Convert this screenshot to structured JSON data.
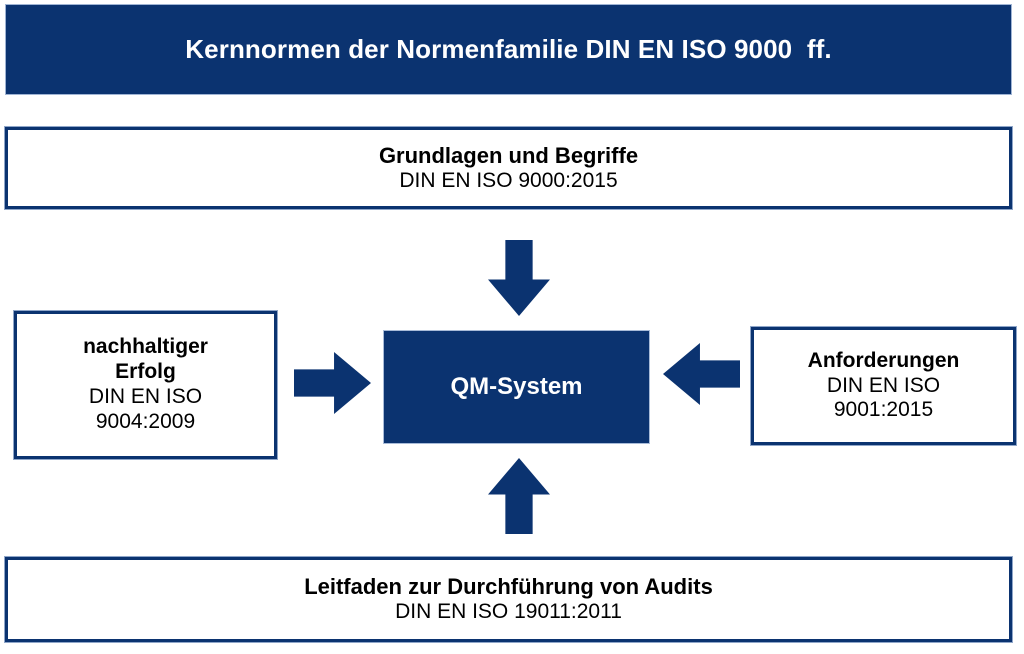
{
  "title_banner": {
    "text": "Kernnormen der Normenfamilie DIN EN ISO 9000  ff.",
    "background_color": "#0b3370",
    "text_color": "#ffffff"
  },
  "colors": {
    "navy": "#0b3370",
    "border_light": "#8fa6c9",
    "page_background": "#ffffff",
    "text": "#000000"
  },
  "boxes": {
    "top": {
      "heading": "Grundlagen und Begriffe",
      "standard": "DIN EN ISO 9000:2015"
    },
    "left": {
      "heading_line1": "nachhaltiger",
      "heading_line2": "Erfolg",
      "standard_line1": "DIN EN ISO",
      "standard_line2": "9004:2009"
    },
    "center": {
      "label": "QM-System"
    },
    "right": {
      "heading": "Anforderungen",
      "standard_line1": "DIN EN ISO",
      "standard_line2": "9001:2015"
    },
    "bottom": {
      "heading": "Leitfaden zur Durchführung von Audits",
      "standard": "DIN EN ISO 19011:2011"
    }
  },
  "arrows": [
    {
      "name": "arrow-down",
      "direction": "down",
      "from": "top",
      "to": "center"
    },
    {
      "name": "arrow-up",
      "direction": "up",
      "from": "bottom",
      "to": "center"
    },
    {
      "name": "arrow-right",
      "direction": "right",
      "from": "left",
      "to": "center"
    },
    {
      "name": "arrow-left",
      "direction": "left",
      "from": "right",
      "to": "center"
    }
  ]
}
